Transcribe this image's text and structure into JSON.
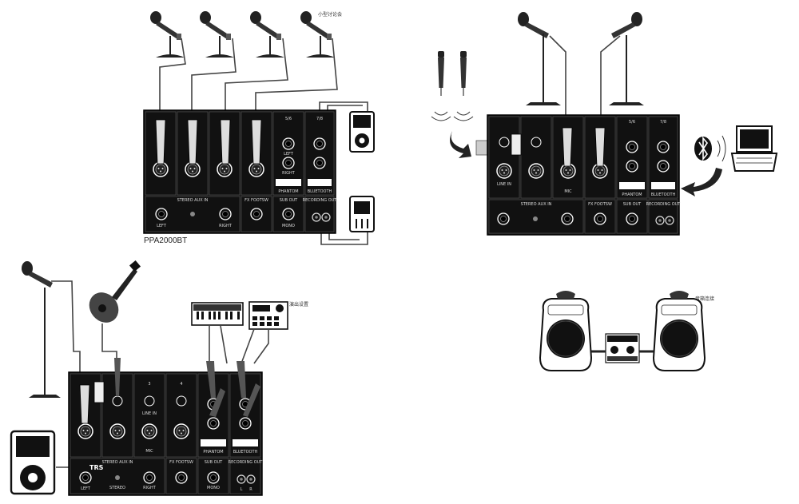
{
  "labels": {
    "model": "PPA2000BT",
    "cap_meeting": "小型讨论会",
    "cap_band": "演出设置",
    "cap_speakers": "音箱连接"
  },
  "panel_text": {
    "stereo_aux_in": "STEREO AUX IN",
    "fx_footsw": "FX FOOTSW",
    "sub_out": "SUB OUT",
    "recording_out": "RECORDING OUT",
    "phantom": "PHANTOM",
    "bluetooth": "BLUETOOTH",
    "left": "LEFT",
    "right": "RIGHT",
    "mono": "MONO",
    "stereo": "STEREO",
    "line_in": "LINE IN",
    "mic": "MIC",
    "trs": "TRS",
    "l": "L",
    "r": "R",
    "ch_5_6": "5/6",
    "ch_7_8": "7/8",
    "ch_3": "3",
    "ch_4": "4"
  },
  "icons": [
    "microphone-icon",
    "bluetooth-icon",
    "laptop-icon",
    "mp3-player-icon",
    "guitar-icon",
    "keyboard-icon",
    "drum-machine-icon",
    "speaker-icon",
    "wireless-mic-icon"
  ]
}
